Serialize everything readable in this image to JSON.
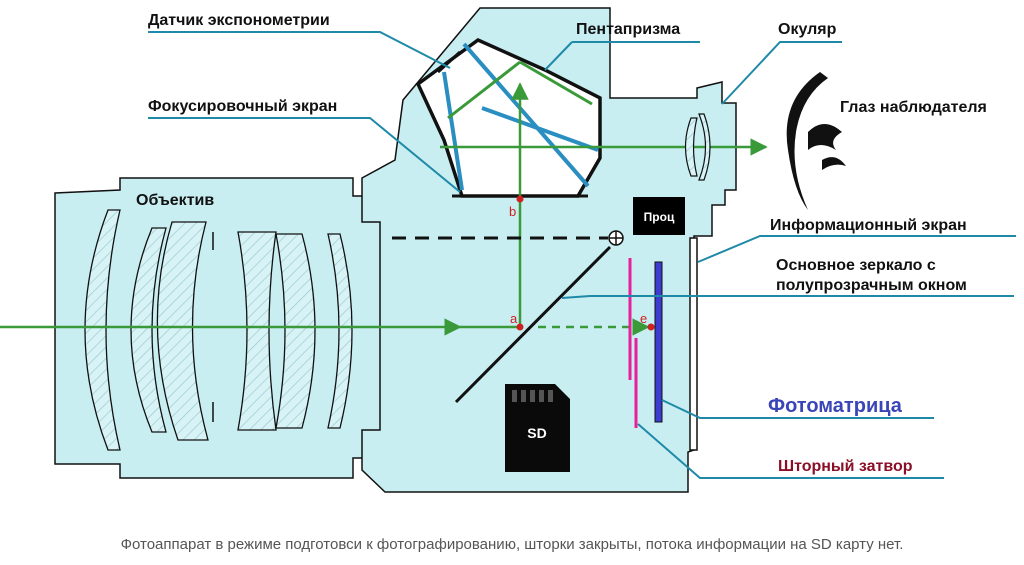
{
  "labels": {
    "light_meter": "Датчик экспонометрии",
    "pentaprism": "Пентапризма",
    "eyepiece": "Окуляр",
    "observer_eye": "Глаз наблюдателя",
    "focusing_screen": "Фокусировочный экран",
    "lens": "Объектив",
    "info_screen": "Информационный экран",
    "main_mirror_line1": "Основное зеркало с",
    "main_mirror_line2": "полупрозрачным окном",
    "sensor": "Фотоматрица",
    "shutter": "Шторный затвор",
    "processor": "Проц",
    "sd_card": "SD",
    "point_a": "a",
    "point_b": "b",
    "point_e": "e"
  },
  "caption": "Фотоаппарат в режиме подготовси к фотографированию, шторки закрыты, потока информации на SD карту нет.",
  "colors": {
    "body_fill": "#c8eef2",
    "outline": "#111111",
    "light_path": "#3a9a3a",
    "leader": "#1e8aa8",
    "prism_ray": "#2a8ec0",
    "sensor": "#3c3cd0",
    "sensor_label": "#3a46b8",
    "shutter": "#e8209a",
    "shutter_label": "#8a1028",
    "point": "#cc2222"
  }
}
